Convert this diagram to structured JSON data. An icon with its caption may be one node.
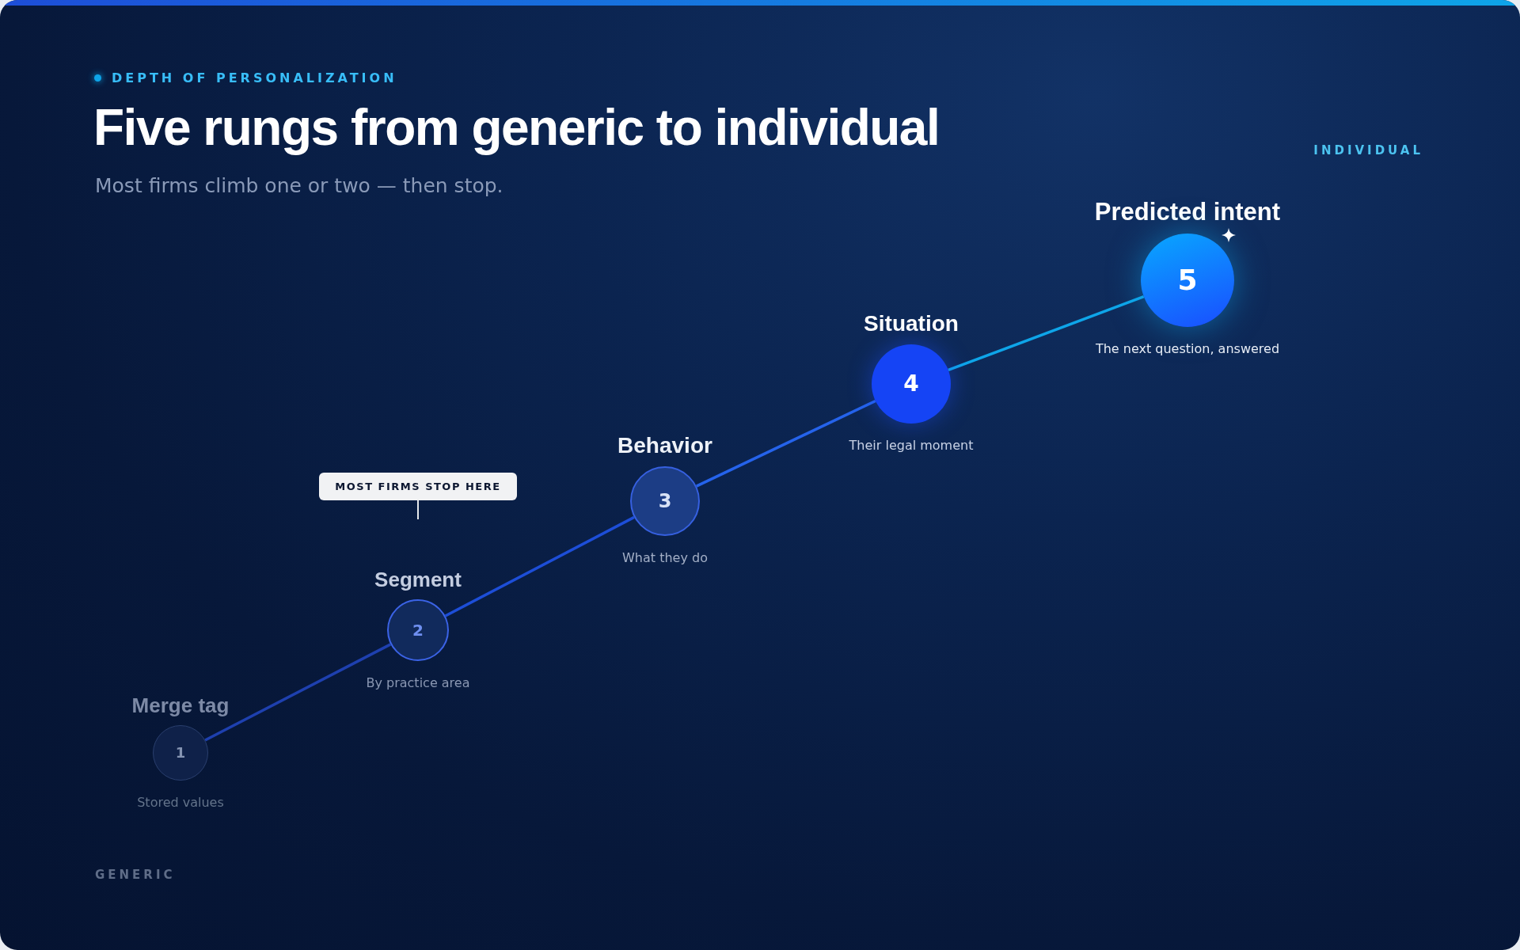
{
  "diagram": {
    "title": "Five rungs from generic to individual",
    "caption": "Most firms climb one or two — then stop.",
    "nodes": [
      {
        "text": [
          "Merge tag",
          "1"
        ],
        "beside": [
          "Stored values"
        ]
      },
      {
        "text": [
          "Segment",
          "2"
        ],
        "beside": [
          "By practice area"
        ]
      },
      {
        "text": [
          "Behavior",
          "3"
        ],
        "beside": [
          "What they do"
        ]
      },
      {
        "text": [
          "Situation",
          "4"
        ],
        "beside": [
          "Their legal moment"
        ]
      },
      {
        "text": [
          "Predicted intent",
          "5"
        ],
        "beside": [
          "The next question, answered"
        ]
      }
    ],
    "edges": [
      {
        "from": 0,
        "to": 1,
        "arrow": "none",
        "color": "#1e40af"
      },
      {
        "from": 1,
        "to": 2,
        "arrow": "none",
        "color": "#1d4ed8"
      },
      {
        "from": 2,
        "to": 3,
        "arrow": "none",
        "color": "#2563eb"
      },
      {
        "from": 3,
        "to": 4,
        "arrow": "none",
        "color": "#0ea5e9"
      }
    ],
    "labels": [
      "DEPTH OF PERSONALIZATION",
      "INDIVIDUAL",
      "MOST FIRMS STOP HERE",
      "GENERIC"
    ]
  }
}
